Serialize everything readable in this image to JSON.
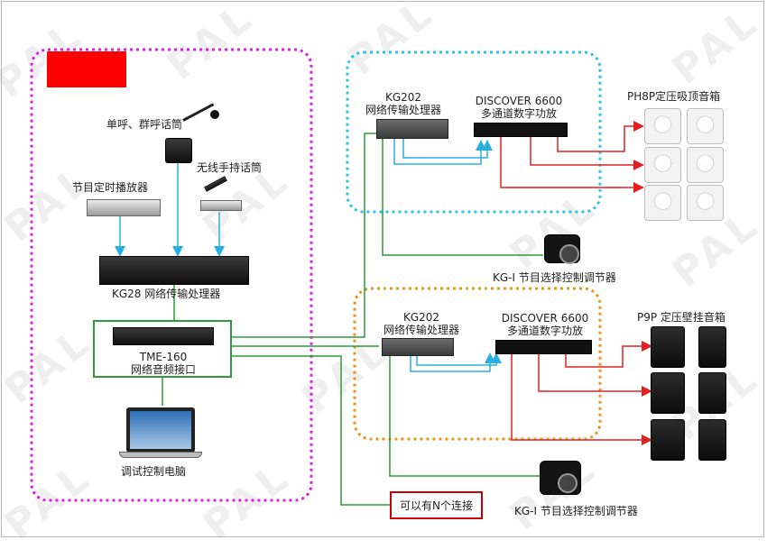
{
  "watermark": "PAL",
  "devices": {
    "mic_single": "单呼、群呼话筒",
    "wireless_mic": "无线手持话筒",
    "timer_player": "节目定时播放器",
    "kg28": "KG28 网络传输处理器",
    "tme_model": "TME-160",
    "tme_name": "网络音频接口",
    "pc": "调试控制电脑",
    "kg202_top_model": "KG202",
    "kg202_top_name": "网络传输处理器",
    "amp_top_model": "DISCOVER 6600",
    "amp_top_name": "多通道数字功放",
    "ceiling_speakers": "PH8P定压吸顶音箱",
    "kgi_top": "KG-I 节目选择控制调节器",
    "kg202_bot_model": "KG202",
    "kg202_bot_name": "网络传输处理器",
    "amp_bot_model": "DISCOVER 6600",
    "amp_bot_name": "多通道数字功放",
    "wall_speakers": "P9P 定压壁挂音箱",
    "kgi_bot": "KG-I 节目选择控制调节器",
    "note": "可以有N个连接"
  },
  "colors": {
    "zone_left": "#e020e0",
    "zone_top": "#2ec4e6",
    "zone_bottom": "#e8961e",
    "network_link": "#2e9a3c",
    "audio_link": "#2ab0e0",
    "speaker_link": "#e02020",
    "title_block": "#ff0000"
  }
}
